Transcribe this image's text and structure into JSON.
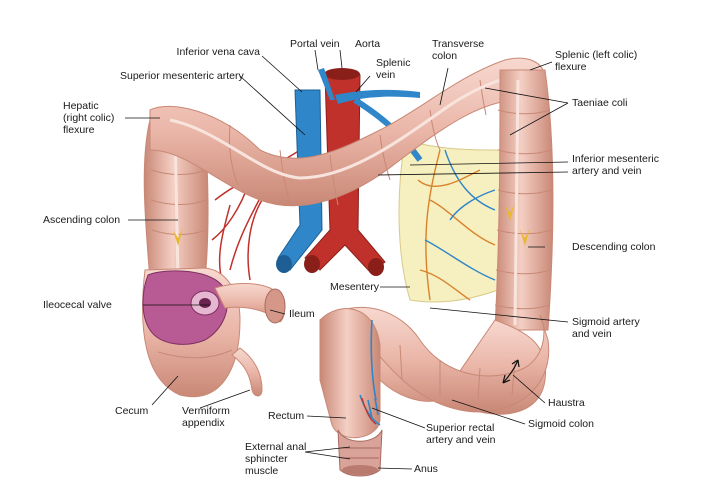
{
  "diagram": {
    "labels": {
      "inferior_vena_cava": "Inferior vena cava",
      "portal_vein": "Portal vein",
      "aorta": "Aorta",
      "splenic_vein": "Splenic\nvein",
      "transverse_colon": "Transverse\ncolon",
      "splenic_flexure": "Splenic (left colic)\nflexure",
      "superior_mesenteric_artery": "Superior mesenteric artery",
      "hepatic_flexure": "Hepatic\n(right colic)\nflexure",
      "taeniae_coli": "Taeniae coli",
      "inferior_mesenteric": "Inferior mesenteric\nartery and vein",
      "ascending_colon": "Ascending colon",
      "descending_colon": "Descending colon",
      "mesentery": "Mesentery",
      "ileocecal_valve": "Ileocecal valve",
      "ileum": "Ileum",
      "sigmoid_artery": "Sigmoid artery\nand vein",
      "haustra": "Haustra",
      "cecum": "Cecum",
      "vermiform_appendix": "Vermiform\nappendix",
      "rectum": "Rectum",
      "superior_rectal": "Superior rectal\nartery and vein",
      "sigmoid_colon": "Sigmoid colon",
      "external_anal_sphincter": "External anal\nsphincter\nmuscle",
      "anus": "Anus"
    },
    "colors": {
      "colon": "#eab6a8",
      "colon_shadow": "#c98876",
      "artery": "#c0312b",
      "vein": "#2f86c8",
      "mesentery": "#f6efbf",
      "mesentery_vessel_orange": "#d9822b",
      "valve": "#b85a93",
      "leader": "#111111"
    }
  }
}
